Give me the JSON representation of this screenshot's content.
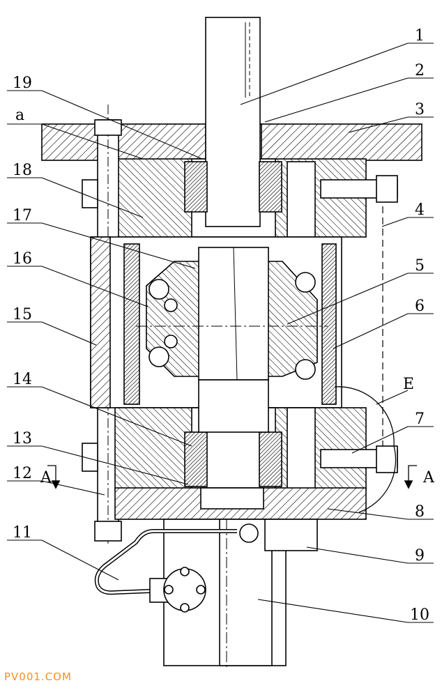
{
  "part_labels": [
    "1",
    "2",
    "3",
    "4",
    "5",
    "6",
    "7",
    "8",
    "9",
    "10",
    "11",
    "12",
    "13",
    "14",
    "15",
    "16",
    "17",
    "18",
    "19"
  ],
  "detail_labels": {
    "a": "a",
    "E": "E",
    "section_left": "A",
    "section_right": "A"
  },
  "watermark": "PV001.COM",
  "colors": {
    "line": "#000000",
    "background": "#ffffff",
    "watermark": "#ff8c1a"
  }
}
